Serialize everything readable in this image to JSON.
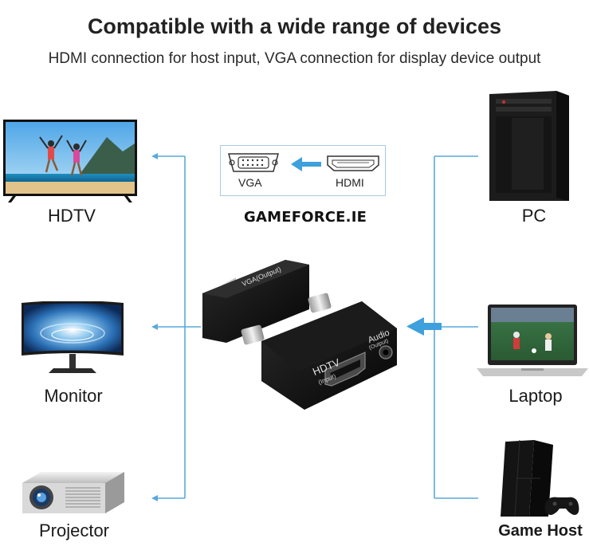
{
  "header": {
    "title": "Compatible with a wide range of devices",
    "subtitle": "HDMI connection for host input, VGA connection for display device output"
  },
  "connector_diagram": {
    "vga_label": "VGA",
    "hdmi_label": "HDMI"
  },
  "brand": "GAMEFORCE.IE",
  "adapter": {
    "vga_text": "VGA(Output)",
    "hdtv_text": "HDTV",
    "hdtv_sub": "(Input)",
    "audio_text": "Audio",
    "audio_sub": "(Output)"
  },
  "outputs": [
    {
      "label": "HDTV",
      "icon": "hdtv-icon"
    },
    {
      "label": "Monitor",
      "icon": "monitor-icon"
    },
    {
      "label": "Projector",
      "icon": "projector-icon"
    }
  ],
  "inputs": [
    {
      "label": "PC",
      "icon": "pc-tower-icon"
    },
    {
      "label": "Laptop",
      "icon": "laptop-icon"
    },
    {
      "label": "Game Host",
      "icon": "game-console-icon"
    }
  ],
  "colors": {
    "connector_line": "#5aa9dc",
    "arrow": "#3ea0dc",
    "adapter_body": "#0c0c0c"
  }
}
